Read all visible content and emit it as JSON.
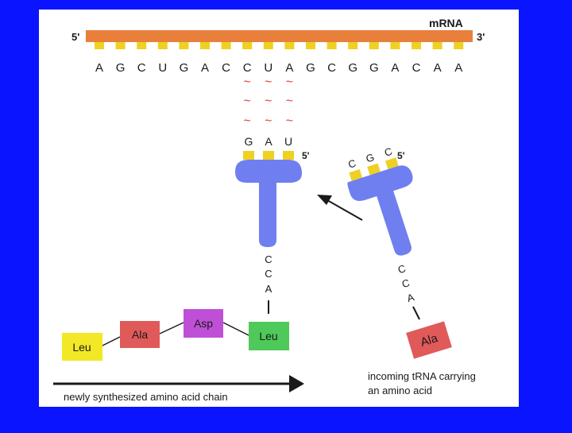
{
  "mrna": {
    "title": "mRNA",
    "five_prime": "5'",
    "three_prime": "3'",
    "bases": [
      "A",
      "G",
      "C",
      "U",
      "G",
      "A",
      "C",
      "C",
      "U",
      "A",
      "G",
      "C",
      "G",
      "G",
      "A",
      "C",
      "A",
      "A"
    ]
  },
  "bond_glyph": "~",
  "trna_bound": {
    "anticodon": [
      "G",
      "A",
      "U"
    ],
    "five_prime": "5'",
    "acceptor": [
      "C",
      "C",
      "A"
    ]
  },
  "trna_incoming": {
    "anticodon": [
      "C",
      "G",
      "C"
    ],
    "five_prime": "5'",
    "acceptor": [
      "C",
      "C",
      "A"
    ],
    "amino_acid": "Ala",
    "caption_line1": "incoming tRNA carrying",
    "caption_line2": "an amino acid"
  },
  "chain": {
    "amino_acids": [
      "Leu",
      "Ala",
      "Asp",
      "Leu"
    ],
    "caption": "newly synthesized amino acid chain"
  },
  "colors": {
    "background": "#0a14ff",
    "panel": "#ffffff",
    "mrna_strand": "#e8803c",
    "base_tab": "#f0d020",
    "trna": "#6f7ff0",
    "text": "#1a1a1a",
    "bond": "#e23b3b",
    "leu": "#f2e825",
    "ala": "#e05a5a",
    "asp": "#c04fd8",
    "leu2": "#4ec95a"
  }
}
